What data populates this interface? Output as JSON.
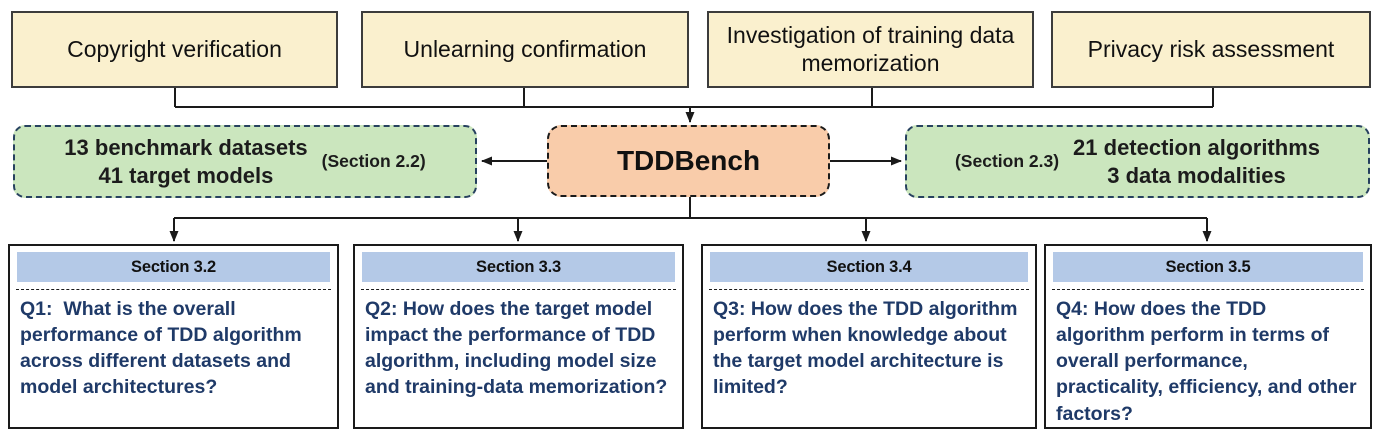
{
  "colors": {
    "application_box_fill": "#faf0ce",
    "resource_box_fill": "#cbe6be",
    "center_box_fill": "#f9ccaa",
    "section_header_fill": "#b4c9e7",
    "question_text": "#1f3a68",
    "dashed_border_green": "#27415f",
    "line_color": "#1a1a1a"
  },
  "top_boxes": [
    {
      "label": "Copyright verification"
    },
    {
      "label": "Unlearning confirmation"
    },
    {
      "label": "Investigation of training data memorization"
    },
    {
      "label": "Privacy risk assessment"
    }
  ],
  "center": {
    "label": "TDDBench"
  },
  "left_box": {
    "line1": "13 benchmark datasets",
    "line2": "41 target models",
    "section": "(Section 2.2)"
  },
  "right_box": {
    "section": "(Section 2.3)",
    "line1": "21 detection algorithms",
    "line2": "3 data modalities"
  },
  "question_boxes": [
    {
      "header": "Section 3.2",
      "question": "Q1:  What is the overall performance of TDD algorithm across different datasets and model architectures?"
    },
    {
      "header": "Section 3.3",
      "question": "Q2: How does the target model impact the performance of TDD algorithm, including model size and training-data memorization?"
    },
    {
      "header": "Section 3.4",
      "question": "Q3: How does the TDD algorithm perform when knowledge about the target model architecture is limited?"
    },
    {
      "header": "Section 3.5",
      "question": "Q4: How does the TDD algorithm perform in terms of overall performance, practicality, efficiency, and other factors?"
    }
  ]
}
